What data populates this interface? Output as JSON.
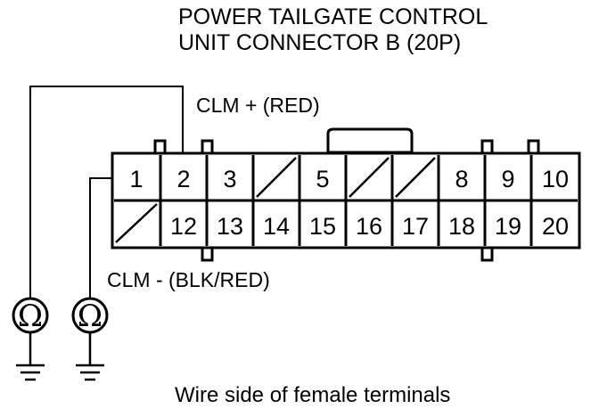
{
  "title": {
    "line1": "POWER TAILGATE CONTROL",
    "line2": "UNIT CONNECTOR B (20P)"
  },
  "wires": {
    "clm_plus": "CLM +  (RED)",
    "clm_minus": "CLM -  (BLK/RED)"
  },
  "connector": {
    "top_row": [
      "1",
      "2",
      "3",
      "",
      "5",
      "",
      "",
      "8",
      "9",
      "10"
    ],
    "bottom_row": [
      "",
      "12",
      "13",
      "14",
      "15",
      "16",
      "17",
      "18",
      "19",
      "20"
    ]
  },
  "meters": {
    "symbol": "Ω",
    "icon": "ohmmeter-icon",
    "ground_icon": "ground-icon"
  },
  "caption": "Wire side of female terminals"
}
